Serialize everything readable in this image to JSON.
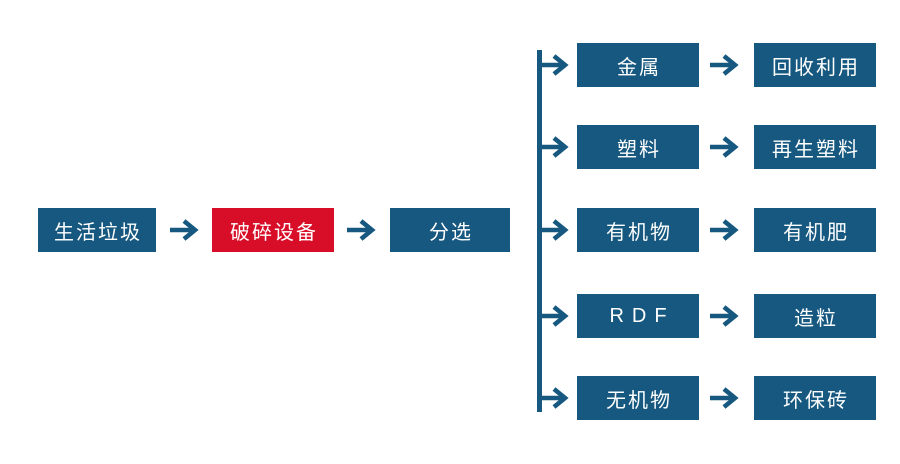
{
  "colors": {
    "blue": "#16587F",
    "red": "#D80E29",
    "text": "#FFFFFF",
    "background": "#FFFFFF"
  },
  "main_flow": [
    {
      "label": "生活垃圾",
      "style": "blue"
    },
    {
      "label": "破碎设备",
      "style": "red"
    },
    {
      "label": "分选",
      "style": "blue"
    }
  ],
  "branches": [
    {
      "source": "金属",
      "result": "回收利用"
    },
    {
      "source": "塑料",
      "result": "再生塑料"
    },
    {
      "source": "有机物",
      "result": "有机肥"
    },
    {
      "source": "RDF",
      "result": "造粒"
    },
    {
      "source": "无机物",
      "result": "环保砖"
    }
  ]
}
